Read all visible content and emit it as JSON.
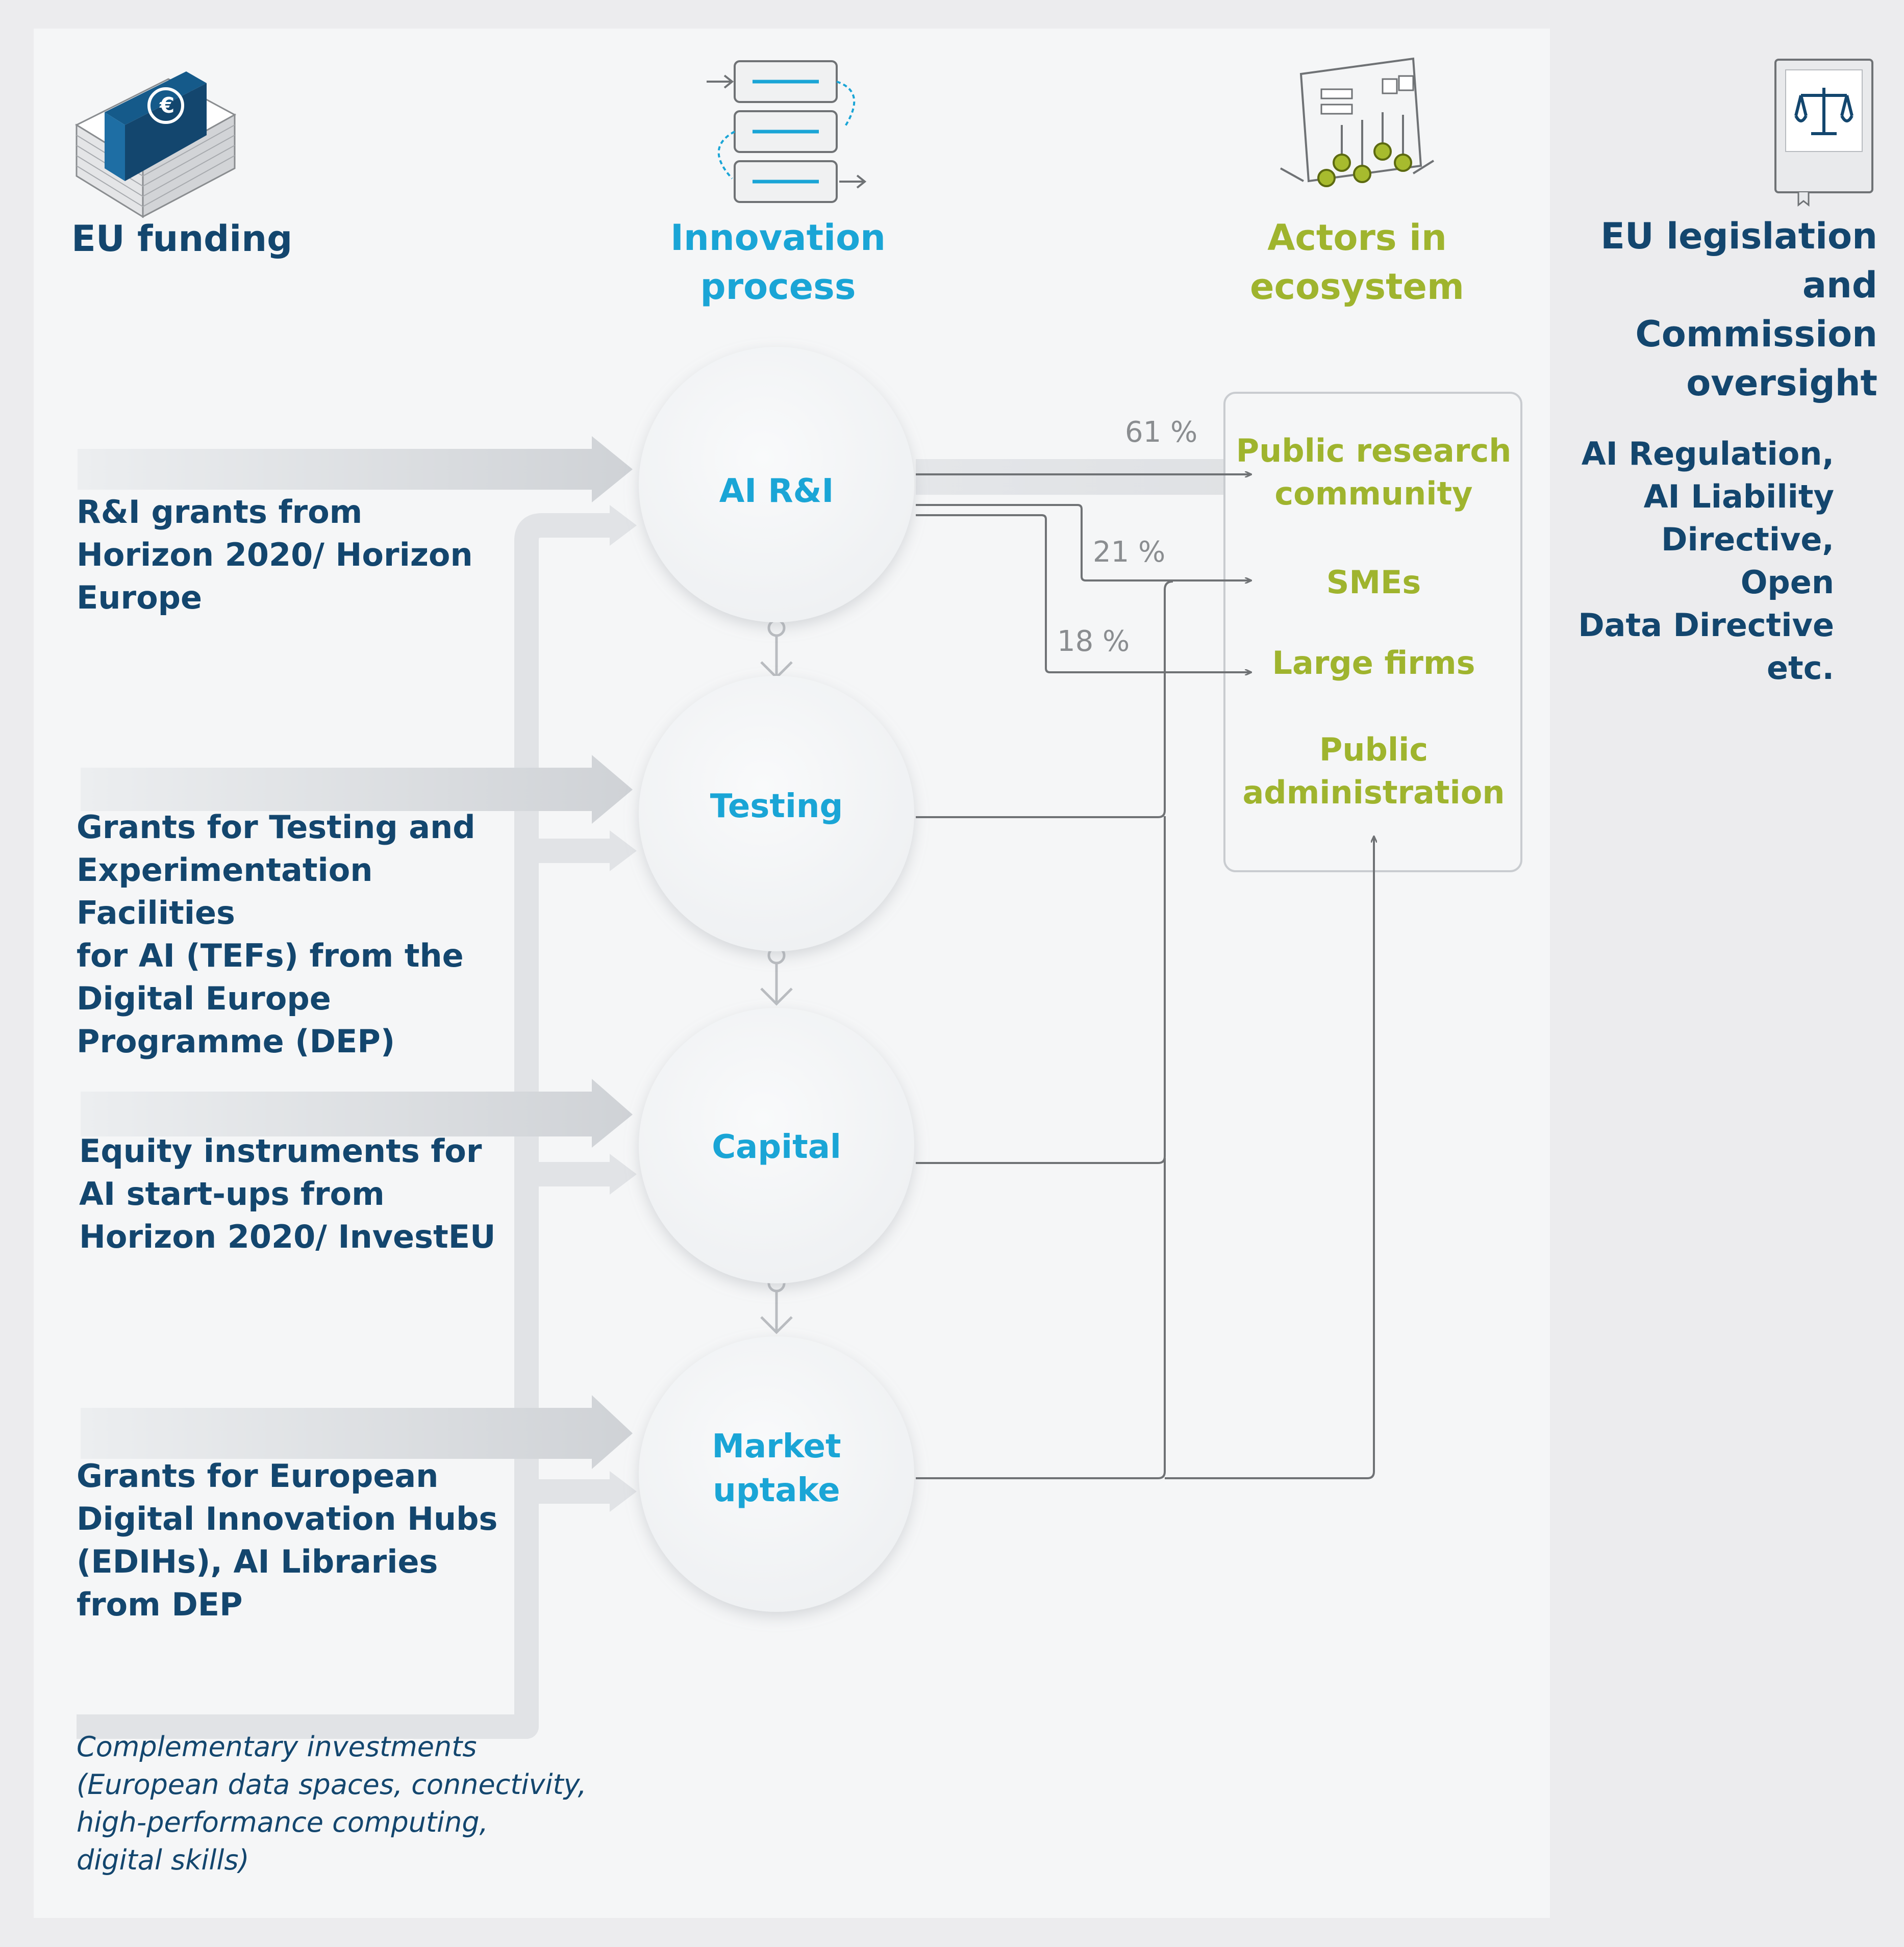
{
  "headers": {
    "funding": "EU funding",
    "process": [
      "Innovation",
      "process"
    ],
    "actors": [
      "Actors in",
      "ecosystem"
    ],
    "legislation": [
      "EU legislation",
      "and Commission",
      "oversight"
    ]
  },
  "funding_sources": [
    [
      "R&I grants from",
      "Horizon 2020/ Horizon",
      "Europe"
    ],
    [
      "Grants for Testing and",
      "Experimentation Facilities",
      "for AI (TEFs) from the",
      "Digital Europe",
      "Programme (DEP)"
    ],
    [
      "Equity instruments for",
      "AI start-ups from",
      "Horizon 2020/ InvestEU"
    ],
    [
      "Grants for European",
      "Digital Innovation Hubs",
      "(EDIHs), AI Libraries",
      "from DEP"
    ]
  ],
  "complementary": [
    "Complementary investments",
    "(European data spaces, connectivity,",
    "high-performance computing,",
    "digital skills)"
  ],
  "stages": [
    [
      "AI R&I"
    ],
    [
      "Testing"
    ],
    [
      "Capital"
    ],
    [
      "Market",
      "uptake"
    ]
  ],
  "actors": [
    [
      "Public research",
      "community"
    ],
    [
      "SMEs"
    ],
    [
      "Large firms"
    ],
    [
      "Public",
      "administration"
    ]
  ],
  "shares": [
    "61 %",
    "21 %",
    "18 %"
  ],
  "legislation_list": [
    "AI Regulation,",
    "AI Liability",
    "Directive, Open",
    "Data Directive",
    "etc."
  ],
  "colors": {
    "dark_blue": "#13466e",
    "cyan": "#1aa5d6",
    "green": "#9fb42e",
    "connector": "#6f7275",
    "flow_grey": "#d7d9dc"
  },
  "icons": {
    "funding": "euro-banknotes-icon",
    "process": "process-modules-icon",
    "actors": "ecosystem-nodes-icon",
    "legislation": "scales-of-justice-icon"
  }
}
